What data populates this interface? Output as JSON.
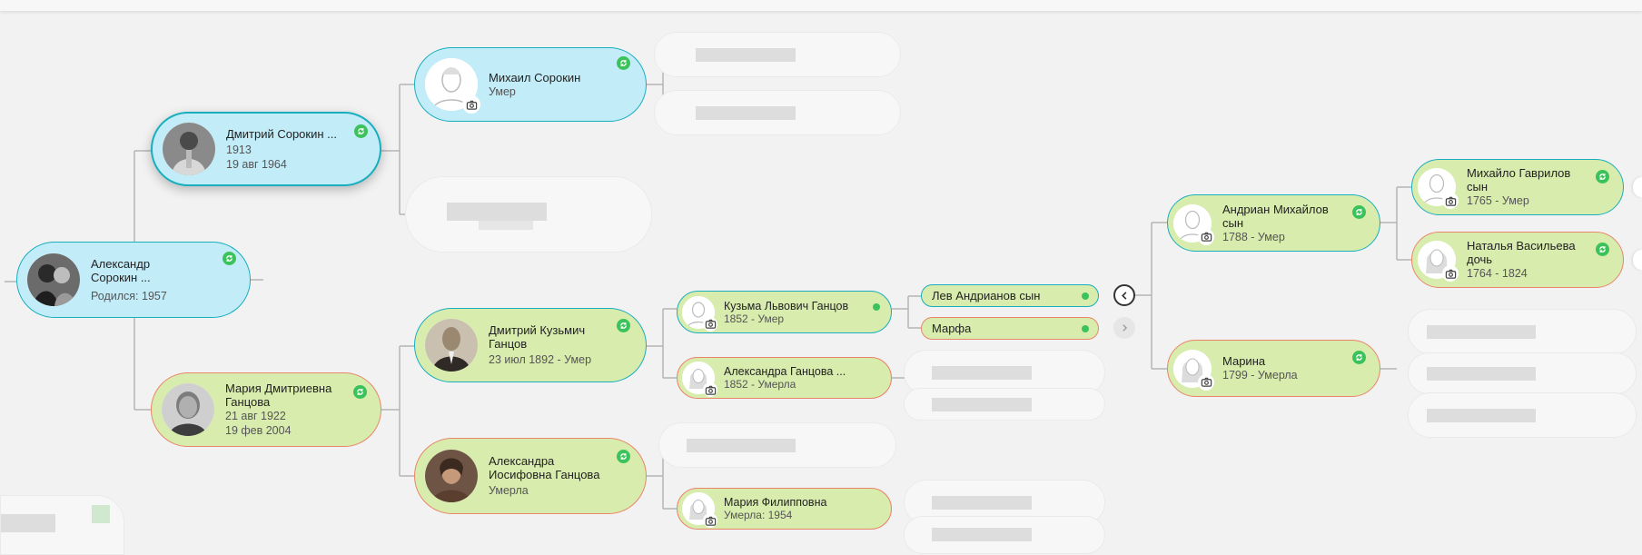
{
  "colors": {
    "male_bg": "#c2ecf8",
    "female_bg": "#d7ecad",
    "male_border": "#19aebe",
    "female_border": "#e9866a",
    "sync": "#3cc25b",
    "background": "#f2f2f2"
  },
  "people": {
    "aleksandr": {
      "name": "Александр Сорокин ...",
      "dates": [
        "Родился: 1957"
      ]
    },
    "dmitriy_sorokin": {
      "name": "Дмитрий Сорокин ...",
      "dates": [
        "1913",
        "19 авг 1964"
      ]
    },
    "maria_gantsova": {
      "name": "Мария Дмитриевна Ганцова",
      "dates": [
        "21 авг 1922",
        "19 фев 2004"
      ]
    },
    "mikhail_sorokin": {
      "name": "Михаил Сорокин",
      "dates": [
        "Умер"
      ]
    },
    "dmitriy_gantsov": {
      "name": "Дмитрий Кузьмич Ганцов",
      "dates": [
        "23 июл 1892 - Умер"
      ]
    },
    "aleksandra_iosifovna": {
      "name": "Александра Иосифовна Ганцова",
      "dates": [
        "Умерла"
      ]
    },
    "kuzma": {
      "name": "Кузьма Львович Ганцов",
      "dates": [
        "1852 - Умер"
      ]
    },
    "aleksandra_gantsova": {
      "name": "Александра Ганцова ...",
      "dates": [
        "1852 - Умерла"
      ]
    },
    "maria_filippovna": {
      "name": "Мария Филипповна",
      "dates": [
        "Умерла: 1954"
      ]
    },
    "lev": {
      "name": "Лев Андрианов сын"
    },
    "marfa": {
      "name": "Марфа"
    },
    "andrian": {
      "name": "Андриан Михайлов сын",
      "dates": [
        "1788 - Умер"
      ]
    },
    "marina": {
      "name": "Марина",
      "dates": [
        "1799 - Умерла"
      ]
    },
    "mikhailo": {
      "name": "Михайло Гаврилов сын",
      "dates": [
        "1765 - Умер"
      ]
    },
    "natalya": {
      "name": "Наталья Васильева дочь",
      "dates": [
        "1764 - 1824"
      ]
    }
  }
}
